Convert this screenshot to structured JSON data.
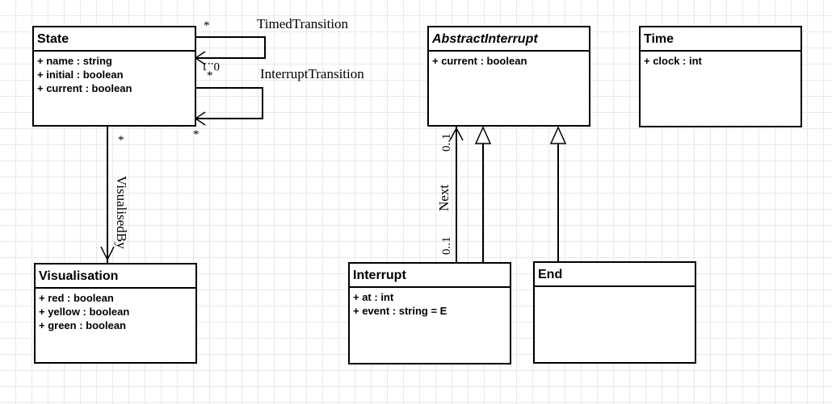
{
  "diagram": {
    "classes": {
      "state": {
        "name": "State",
        "attributes": [
          "+ name : string",
          "+ initial : boolean",
          "+ current : boolean"
        ]
      },
      "visualisation": {
        "name": "Visualisation",
        "attributes": [
          "+ red : boolean",
          "+ yellow : boolean",
          "+ green : boolean"
        ]
      },
      "abstract_interrupt": {
        "name": "AbstractInterrupt",
        "abstract": true,
        "attributes": [
          "+ current : boolean"
        ]
      },
      "time": {
        "name": "Time",
        "attributes": [
          "+ clock : int"
        ]
      },
      "interrupt": {
        "name": "Interrupt",
        "attributes": [
          "+ at : int",
          "+ event : string = E"
        ]
      },
      "end": {
        "name": "End",
        "attributes": []
      }
    },
    "associations": {
      "timed_transition": {
        "name": "TimedTransition",
        "source_mult": "*",
        "target_mult": "0..1"
      },
      "interrupt_transition": {
        "name": "InterruptTransition",
        "source_mult": "*",
        "target_mult": "*"
      },
      "visualised_by": {
        "name": "VisualisedBy",
        "source_mult": "*"
      },
      "next": {
        "name": "Next",
        "source_mult": "0..1",
        "target_mult": "0..1"
      }
    }
  }
}
